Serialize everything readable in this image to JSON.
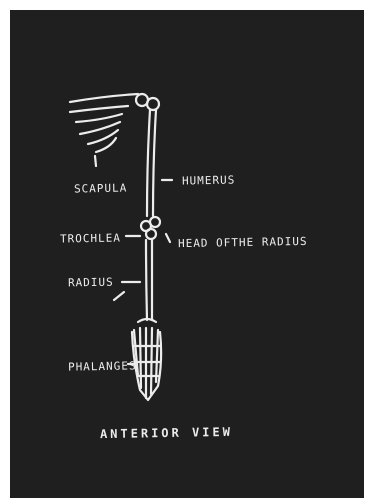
{
  "artwork": {
    "background_color": "#1f1f1f",
    "line_color": "#ececec",
    "labels": {
      "scapula": "SCAPULA",
      "humerus": "HUMERUS",
      "trochlea": "TROCHLEA",
      "head_of_the_radius": "HEAD OFTHE RADIUS",
      "radius": "RADIUS",
      "phalanges": "PHALANGES"
    },
    "title": "ANTERIOR VIEW"
  }
}
